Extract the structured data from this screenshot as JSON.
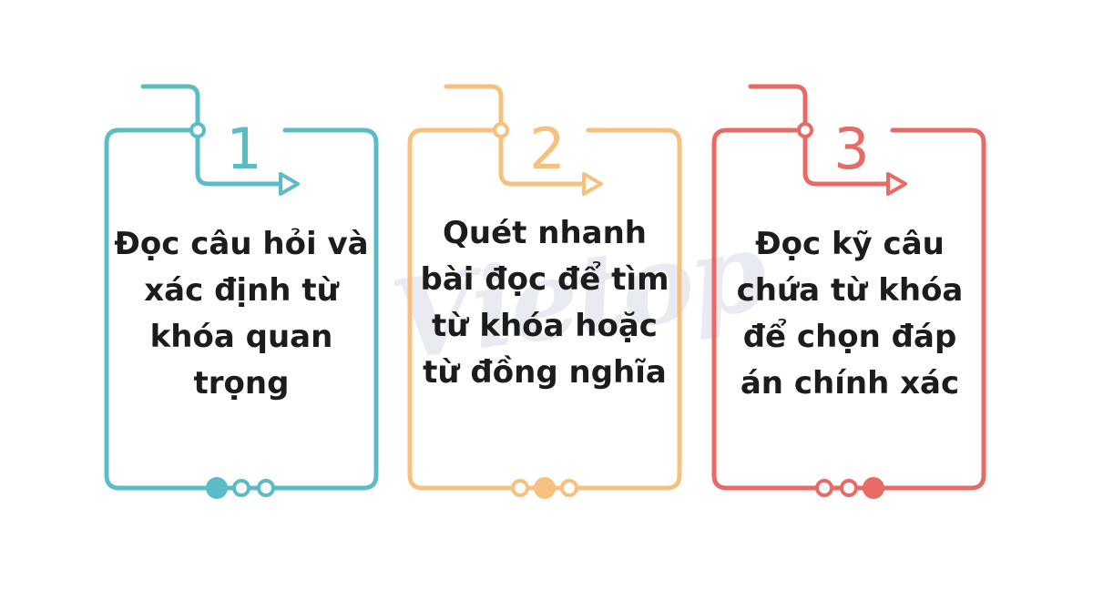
{
  "watermark": "Vietop",
  "cards": [
    {
      "number": "1",
      "text": "Đọc câu hỏi và xác định từ khóa quan trọng",
      "color": "#5bbcc8",
      "active_dot": 0
    },
    {
      "number": "2",
      "text": "Quét nhanh bài đọc để tìm từ khóa hoặc từ đồng nghĩa",
      "color": "#f6c07e",
      "active_dot": 1
    },
    {
      "number": "3",
      "text": "Đọc kỹ câu chứa từ khóa để chọn đáp án chính xác",
      "color": "#e86a64",
      "active_dot": 2
    }
  ]
}
